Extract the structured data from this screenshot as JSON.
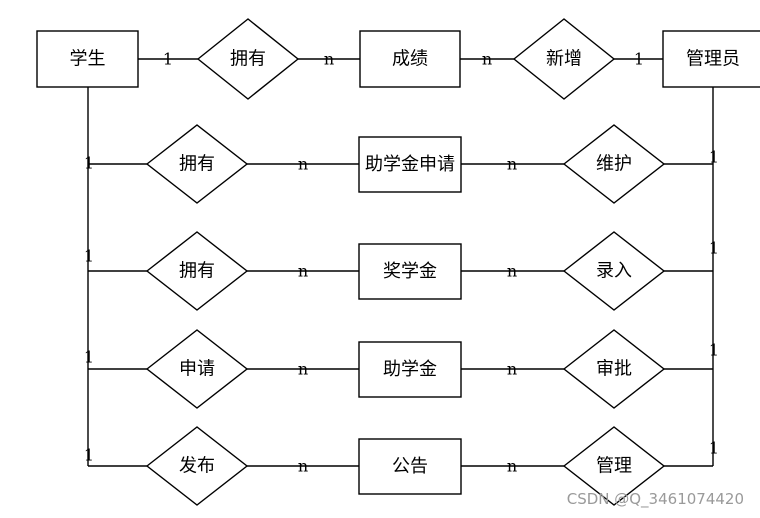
{
  "entities": {
    "student": "学生",
    "admin": "管理员",
    "grades": "成绩",
    "aid_application": "助学金申请",
    "scholarship": "奖学金",
    "grant": "助学金",
    "notice": "公告"
  },
  "relationships": {
    "own_grades": "拥有",
    "add": "新增",
    "own_aid_application": "拥有",
    "maintain": "维护",
    "own_scholarship": "拥有",
    "enter": "录入",
    "apply": "申请",
    "approve": "审批",
    "publish": "发布",
    "manage": "管理"
  },
  "cardinality": {
    "one": "1",
    "many": "n"
  },
  "watermark": "CSDN @Q_3461074420"
}
